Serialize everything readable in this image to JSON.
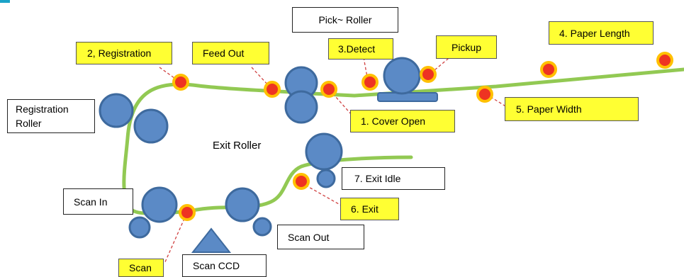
{
  "labels": {
    "pick_roller": "Pick~ Roller",
    "paper_length": "4. Paper Length",
    "registration": "2, Registration",
    "feed_out": "Feed Out",
    "detect": "3.Detect",
    "pickup": "Pickup",
    "registration_roller": "Registration Roller",
    "cover_open": "1. Cover Open",
    "paper_width": "5. Paper Width",
    "exit_roller": "Exit Roller",
    "exit_idle": "7. Exit Idle",
    "scan_in": "Scan In",
    "exit": "6. Exit",
    "scan_out": "Scan Out",
    "scan": "Scan",
    "scan_ccd": "Scan CCD"
  },
  "colors": {
    "paper_path": "#92c953",
    "roller_fill": "#5b8ac6",
    "roller_stroke": "#3e6a9e",
    "sensor_fill": "#ee3322",
    "sensor_ring": "#ffc000",
    "leader_line": "#d04040",
    "label_yellow": "#ffff33"
  }
}
